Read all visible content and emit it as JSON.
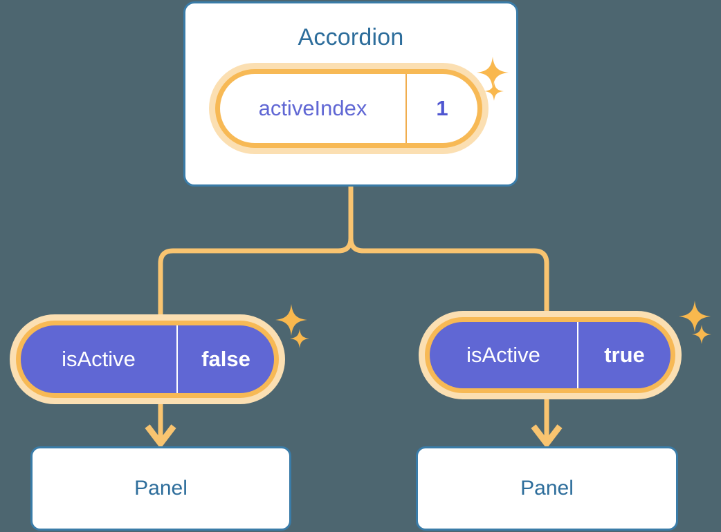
{
  "theme": {
    "background": "#4d6670",
    "card_border": "#3a7ca8",
    "card_fill": "#ffffff",
    "title_text": "#2d6d9b",
    "pill_ring": "#f7b955",
    "pill_glow": "#fbdfb2",
    "pill_fill_purple": "#6067d4",
    "value_purple": "#4f56d1",
    "connector": "#f9c470"
  },
  "diagram": {
    "type": "component-tree",
    "root": {
      "title": "Accordion",
      "state": {
        "key": "activeIndex",
        "value": "1"
      },
      "sparkle_icons": [
        "sparkle-icon",
        "sparkle-icon"
      ]
    },
    "children": [
      {
        "state": {
          "key": "isActive",
          "value": "false"
        },
        "panel": {
          "title": "Panel"
        },
        "arrow_icon": "arrow-down-icon",
        "sparkle_icons": [
          "sparkle-icon",
          "sparkle-icon"
        ]
      },
      {
        "state": {
          "key": "isActive",
          "value": "true"
        },
        "panel": {
          "title": "Panel"
        },
        "arrow_icon": "arrow-down-icon",
        "sparkle_icons": [
          "sparkle-icon",
          "sparkle-icon"
        ]
      }
    ]
  }
}
